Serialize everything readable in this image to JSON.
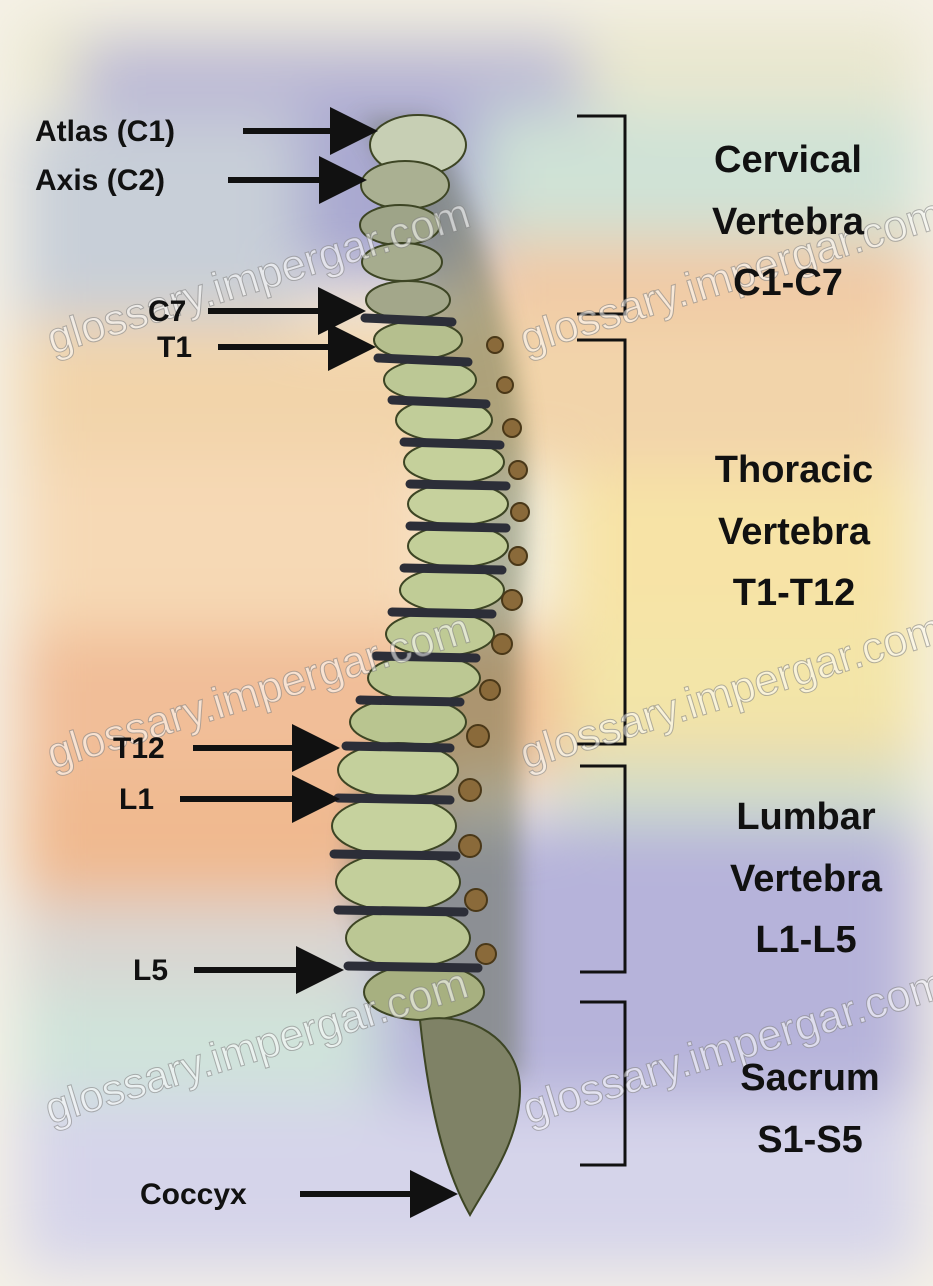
{
  "arrow_labels": {
    "atlas": "Atlas (C1)",
    "axis": "Axis (C2)",
    "c7": "C7",
    "t1": "T1",
    "t12": "T12",
    "l1": "L1",
    "l5": "L5",
    "coccyx": "Coccyx"
  },
  "regions": {
    "cervical": {
      "line1": "Cervical",
      "line2": "Vertebra",
      "line3": "C1-C7"
    },
    "thoracic": {
      "line1": "Thoracic",
      "line2": "Vertebra",
      "line3": "T1-T12"
    },
    "lumbar": {
      "line1": "Lumbar",
      "line2": "Vertebra",
      "line3": "L1-L5"
    },
    "sacrum": {
      "line1": "Sacrum",
      "line2": "S1-S5"
    }
  },
  "watermark": "glossary.impergar.com",
  "colors": {
    "bone_light": "#c9d6a0",
    "bone_dark": "#4e5a2e",
    "disc": "#3a3c48",
    "arrow": "#111111"
  }
}
